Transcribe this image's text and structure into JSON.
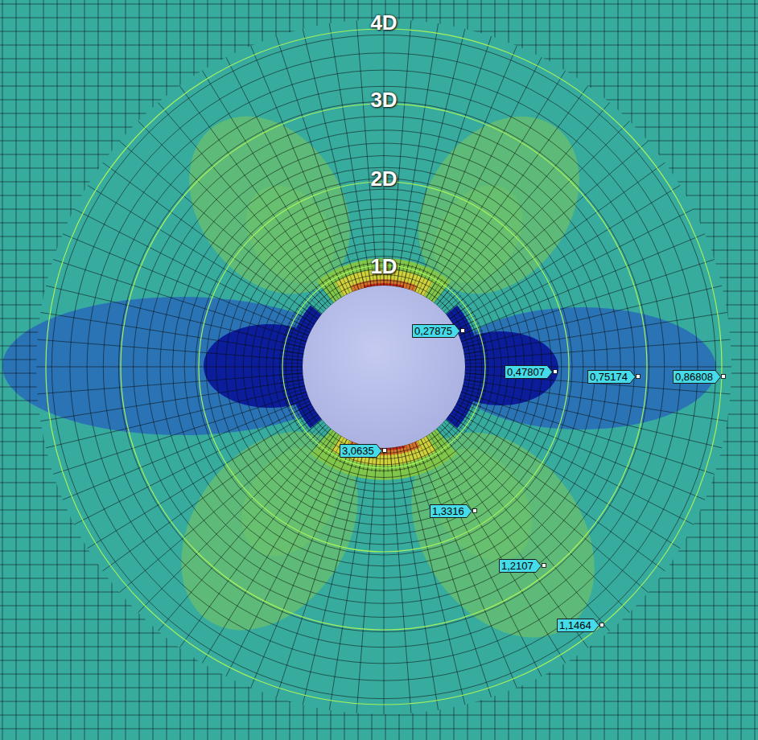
{
  "diagram": {
    "labels": [
      "4D",
      "3D",
      "2D",
      "1D",
      "0,27875",
      "0,47807",
      "0,75174",
      "0,86808",
      "3,0635",
      "1,3316",
      "1,2107",
      "1,1464"
    ]
  }
}
